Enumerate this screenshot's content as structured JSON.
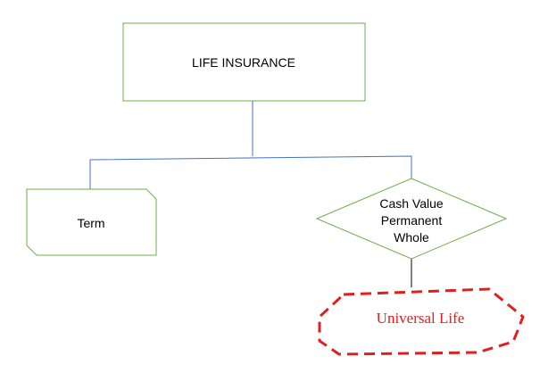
{
  "diagram": {
    "root": {
      "label": "LIFE INSURANCE"
    },
    "term": {
      "label": "Term"
    },
    "cash_value": {
      "lines": [
        "Cash Value",
        "Permanent",
        "Whole"
      ]
    },
    "universal": {
      "label": "Universal Life"
    }
  },
  "colors": {
    "node_border": "#70ad47",
    "connector": "#4472c4",
    "highlight": "#e02020",
    "background": "#ffffff"
  }
}
